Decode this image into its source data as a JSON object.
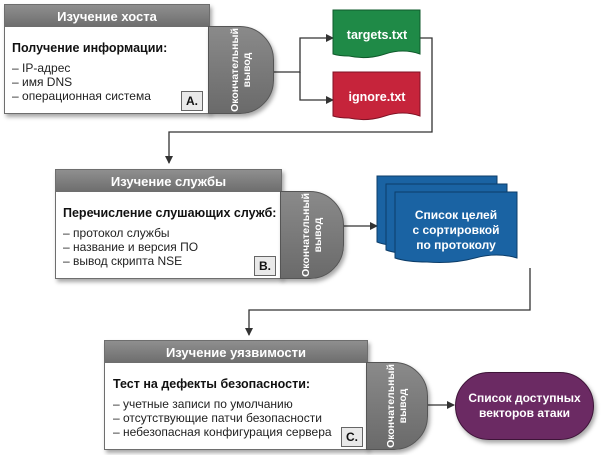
{
  "colors": {
    "header_gray": "#7c7c7c",
    "tab_gray": "#7a7a7a",
    "target_green": "#1f8a47",
    "ignore_red": "#c6243b",
    "list_blue": "#1a63a3",
    "attack_purple": "#6b2a63"
  },
  "stage_a": {
    "title": "Изучение хоста",
    "subtitle": "Получение информации:",
    "items": [
      "IP-адрес",
      "имя DNS",
      "операционная система"
    ],
    "letter": "A.",
    "tab_lines": [
      "Окончательный",
      "вывод"
    ]
  },
  "stage_b": {
    "title": "Изучение службы",
    "subtitle": "Перечисление слушающих служб:",
    "items": [
      "протокол службы",
      "название и версия ПО",
      "вывод скрипта NSE"
    ],
    "letter": "B.",
    "tab_lines": [
      "Окончательный",
      "вывод"
    ]
  },
  "stage_c": {
    "title": "Изучение уязвимости",
    "subtitle": "Тест на дефекты безопасности:",
    "items": [
      "учетные записи по умолчанию",
      "отсутствующие патчи безопасности",
      "небезопасная конфигурация сервера"
    ],
    "letter": "C.",
    "tab_lines": [
      "Окончательный",
      "вывод"
    ]
  },
  "outputs": {
    "targets_file": "targets.txt",
    "ignore_file": "ignore.txt",
    "target_list_lines": [
      "Список целей",
      "с сортировкой",
      "по протоколу"
    ],
    "attack_lines": [
      "Список доступных",
      "векторов атаки"
    ]
  }
}
